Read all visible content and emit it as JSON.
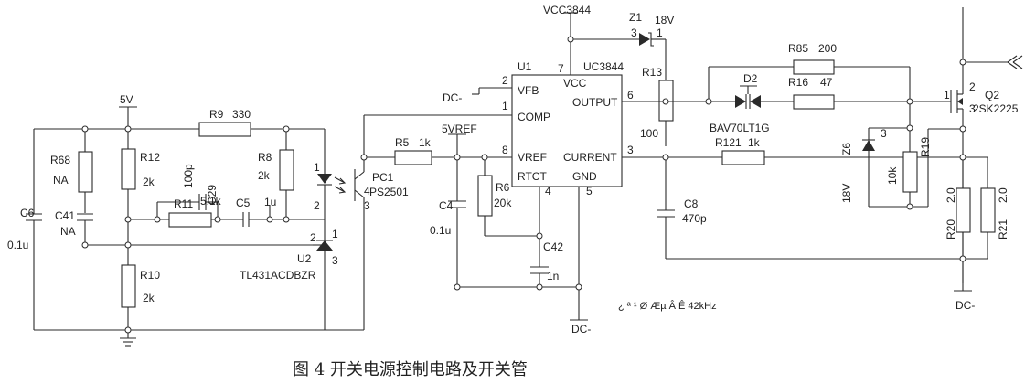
{
  "figure": {
    "caption": "图 4 开关电源控制电路及开关管",
    "note": "¿ ª ¹ Ø Æµ Â Ê 42kHz"
  },
  "nets": {
    "v5": "5V",
    "vcc": "VCC3844",
    "v5ref": "5VREF",
    "dc_minus": "DC-"
  },
  "parts": {
    "r9": {
      "ref": "R9",
      "value": "330"
    },
    "r68": {
      "ref": "R68",
      "value": "NA"
    },
    "r12": {
      "ref": "R12",
      "value": "2k"
    },
    "r8": {
      "ref": "R8",
      "value": "2k"
    },
    "r11": {
      "ref": "R11",
      "value": "5.1k"
    },
    "r10": {
      "ref": "R10",
      "value": "2k"
    },
    "c29": {
      "ref": "C29",
      "value": "100p"
    },
    "c5": {
      "ref": "C5",
      "value": "1u"
    },
    "c6": {
      "ref": "C6",
      "value": "0.1u"
    },
    "c41": {
      "ref": "C41",
      "value": "NA"
    },
    "u2": {
      "ref": "U2",
      "value": "TL431ACDBZR"
    },
    "pc1": {
      "ref": "PC1",
      "value": "PS2501"
    },
    "r5": {
      "ref": "R5",
      "value": "1k"
    },
    "r6": {
      "ref": "R6",
      "value": "20k"
    },
    "c4": {
      "ref": "C4",
      "value": "0.1u"
    },
    "c42": {
      "ref": "C42",
      "value": "1n"
    },
    "u1": {
      "ref": "U1",
      "value": "UC3844"
    },
    "z1": {
      "ref": "Z1",
      "value": "18V"
    },
    "r13": {
      "ref": "R13",
      "value": "100"
    },
    "c8": {
      "ref": "C8",
      "value": "470p"
    },
    "r85": {
      "ref": "R85",
      "value": "200"
    },
    "r16": {
      "ref": "R16",
      "value": "47"
    },
    "d2": {
      "ref": "D2",
      "value": "BAV70LT1G"
    },
    "r121": {
      "ref": "R121",
      "value": "1k"
    },
    "z6": {
      "ref": "Z6",
      "value": "18V"
    },
    "r19": {
      "ref": "R19",
      "value": "10k"
    },
    "r20": {
      "ref": "R20",
      "value": "2.0"
    },
    "r21": {
      "ref": "R21",
      "value": "2.0"
    },
    "q2": {
      "ref": "Q2",
      "value": "2SK2225"
    }
  },
  "u1_pins": {
    "vfb": "VFB",
    "comp": "COMP",
    "vref": "VREF",
    "rtct": "RTCT",
    "vcc": "VCC",
    "output": "OUTPUT",
    "current": "CURRENT",
    "gnd": "GND"
  },
  "pin_numbers": {
    "p1": "1",
    "p2": "2",
    "p3": "3",
    "p4": "4",
    "p5": "5",
    "p6": "6",
    "p7": "7",
    "p8": "8"
  }
}
